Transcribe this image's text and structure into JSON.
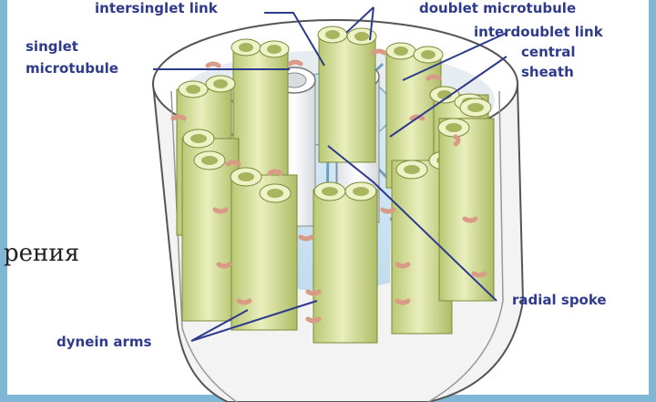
{
  "labels": {
    "intersinglet_link": "intersinglet link",
    "doublet_microtubule": "doublet microtubule",
    "singlet_microtubule_line1": "singlet",
    "singlet_microtubule_line2": "microtubule",
    "interdoublet_link": "interdoublet link",
    "central_sheath_line1": "central",
    "central_sheath_line2": "sheath",
    "radial_spoke": "radial spoke",
    "dynein_arms": "dynein arms"
  },
  "background_text": "рения",
  "colors": {
    "frame_border": "#7fb7d4",
    "label_text": "#2e3a8c",
    "doublet_fill": "#dfe6a8",
    "doublet_shade": "#b9c873",
    "central_tube": "#f4f4f4",
    "dynein": "#d99a86",
    "spoke": "#6f9fc4"
  }
}
